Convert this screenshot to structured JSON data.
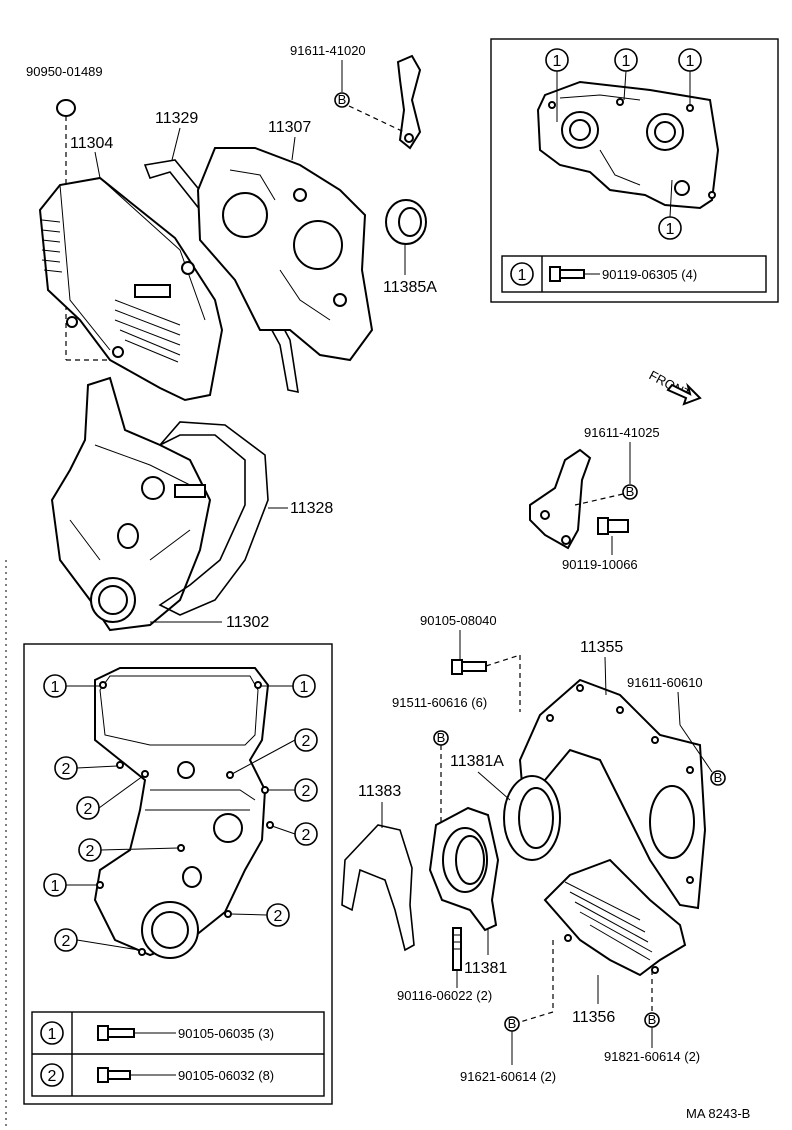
{
  "labels": {
    "p90950_01489": "90950-01489",
    "p91611_41020": "91611-41020",
    "p11304": "11304",
    "p11329": "11329",
    "p11307": "11307",
    "p11385A": "11385A",
    "p11328": "11328",
    "p11302": "11302",
    "p91611_41025": "91611-41025",
    "p90119_10066": "90119-10066",
    "p90105_08040": "90105-08040",
    "p11355": "11355",
    "p91511_60616": "91511-60616 (6)",
    "p91611_60610": "91611-60610",
    "p11381A": "11381A",
    "p11383": "11383",
    "p11381": "11381",
    "p90116_06022": "90116-06022 (2)",
    "p11356": "11356",
    "p91621_60614": "91621-60614 (2)",
    "p91821_60614": "91821-60614 (2)",
    "front": "FRONT",
    "diagram_id": "MA 8243-B"
  },
  "callouts": {
    "one": "1",
    "two": "2",
    "b": "B"
  },
  "inset_top_right": {
    "row1_part": "90119-06305 (4)"
  },
  "inset_bottom_left": {
    "row1_part": "90105-06035 (3)",
    "row2_part": "90105-06032 (8)"
  }
}
